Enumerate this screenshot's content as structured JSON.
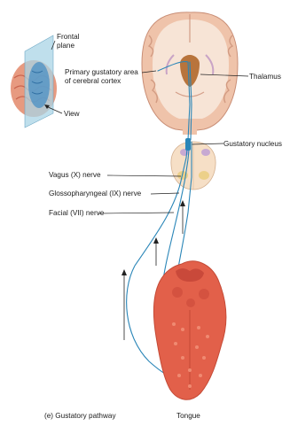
{
  "labels": {
    "frontal_plane": [
      "Frontal",
      "plane"
    ],
    "view": "View",
    "primary_gustatory_area": [
      "Primary gustatory area",
      "of cerebral cortex"
    ],
    "thalamus": "Thalamus",
    "gustatory_nucleus": "Gustatory nucleus",
    "vagus_nerve": "Vagus (X) nerve",
    "glossopharyngeal_nerve": "Glossopharyngeal (IX) nerve",
    "facial_nerve": "Facial (VII) nerve",
    "tongue": "Tongue",
    "caption": "(e) Gustatory pathway"
  },
  "colors": {
    "nerve": "#2a86b8",
    "brain_tissue": "#f0c8b0",
    "white_matter": "#f7e4d6",
    "thalamus": "#b8743c",
    "tongue": "#e2604a",
    "plane": "#a9d4e6",
    "leader_line": "#222222"
  }
}
